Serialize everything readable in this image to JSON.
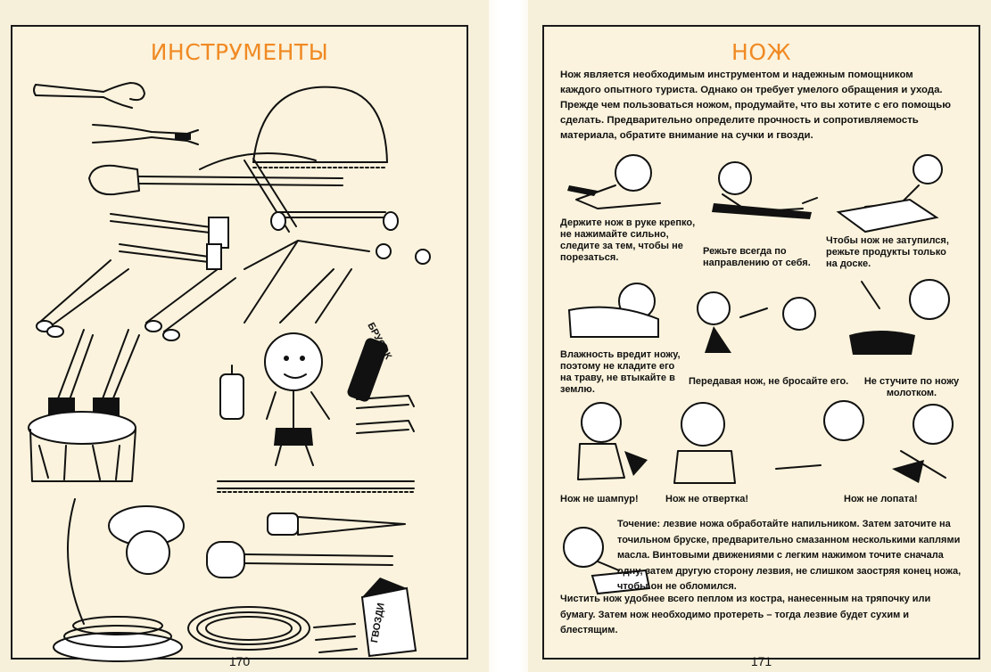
{
  "left_page": {
    "title": "ИНСТРУМЕНТЫ",
    "page_number": "170",
    "labels": {
      "whetstone": "БРУСОК",
      "nails_box": "ГВОЗДИ"
    }
  },
  "right_page": {
    "title": "НОЖ",
    "page_number": "171",
    "intro": "Нож является необходимым инструментом и надежным помощником каждого опытного туриста. Однако он требует умелого обращения и ухода. Прежде чем пользоваться ножом, продумайте, что вы хотите с его помощью сделать. Предварительно определите прочность и сопротивляемость материала, обратите внимание на сучки и гвозди.",
    "tips": [
      "Держите нож в руке крепко, не нажимайте сильно, следите за тем, чтобы не порезаться.",
      "Режьте всегда по направлению от себя.",
      "Чтобы нож не затупился, режьте продукты только на доске.",
      "Влажность вредит ножу, поэтому не кладите его на траву, не втыкайте в землю.",
      "Передавая нож, не бросайте его.",
      "Не стучите по ножу молотком.",
      "Нож не шампур!",
      "Нож не отвертка!",
      "Нож не лопата!"
    ],
    "sharpening": "Точение: лезвие ножа обработайте напильником. Затем заточите на точильном бруске, предварительно смазанном несколькими каплями масла. Винтовыми движениями с легким нажимом точите сначала одну, затем другую сторону лезвия, не слишком заостряя конец ножа, чтобы он не обломился.",
    "cleaning": "Чистить нож удобнее всего пеплом из костра, нанесенным на тряпочку или бумагу. Затем нож необходимо протереть – тогда лезвие будет сухим и блестящим."
  }
}
